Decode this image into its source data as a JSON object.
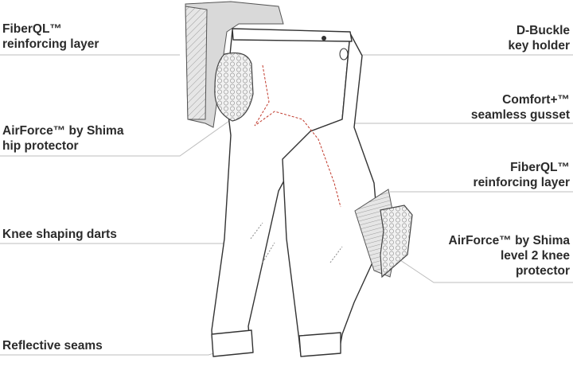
{
  "callouts": {
    "left": [
      {
        "lines": [
          "FiberQL™",
          "reinforcing layer"
        ]
      },
      {
        "lines": [
          "AirForce™ by Shima",
          "hip protector"
        ]
      },
      {
        "lines": [
          "Knee shaping darts"
        ]
      },
      {
        "lines": [
          "Reflective seams"
        ]
      }
    ],
    "right": [
      {
        "lines": [
          "D-Buckle",
          "key holder"
        ]
      },
      {
        "lines": [
          "Comfort+™",
          "seamless gusset"
        ]
      },
      {
        "lines": [
          "FiberQL™",
          "reinforcing  layer"
        ]
      },
      {
        "lines": [
          "AirForce™ by Shima",
          "level 2 knee",
          "protector"
        ]
      }
    ]
  },
  "colors": {
    "text": "#2b2b2b",
    "leader": "#bdbdbd",
    "outline": "#333333",
    "seam": "#c0392b",
    "hatch": "#cfcfcf"
  }
}
